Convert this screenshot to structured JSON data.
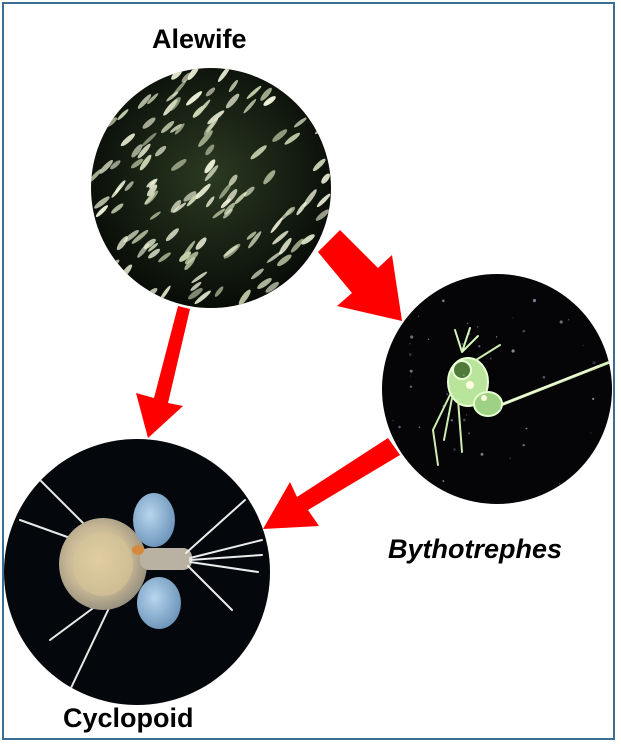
{
  "nodes": {
    "alewife": {
      "label": "Alewife"
    },
    "bythotrephes": {
      "label": "Bythotrephes"
    },
    "cyclopoid": {
      "label": "Cyclopoid"
    }
  },
  "colors": {
    "frame": "#3b6e96",
    "arrow": "#ff0000",
    "photo_bg": "#050505"
  },
  "edges": [
    {
      "from": "Alewife",
      "to": "Bythotrephes"
    },
    {
      "from": "Alewife",
      "to": "Cyclopoid"
    },
    {
      "from": "Bythotrephes",
      "to": "Cyclopoid"
    }
  ]
}
